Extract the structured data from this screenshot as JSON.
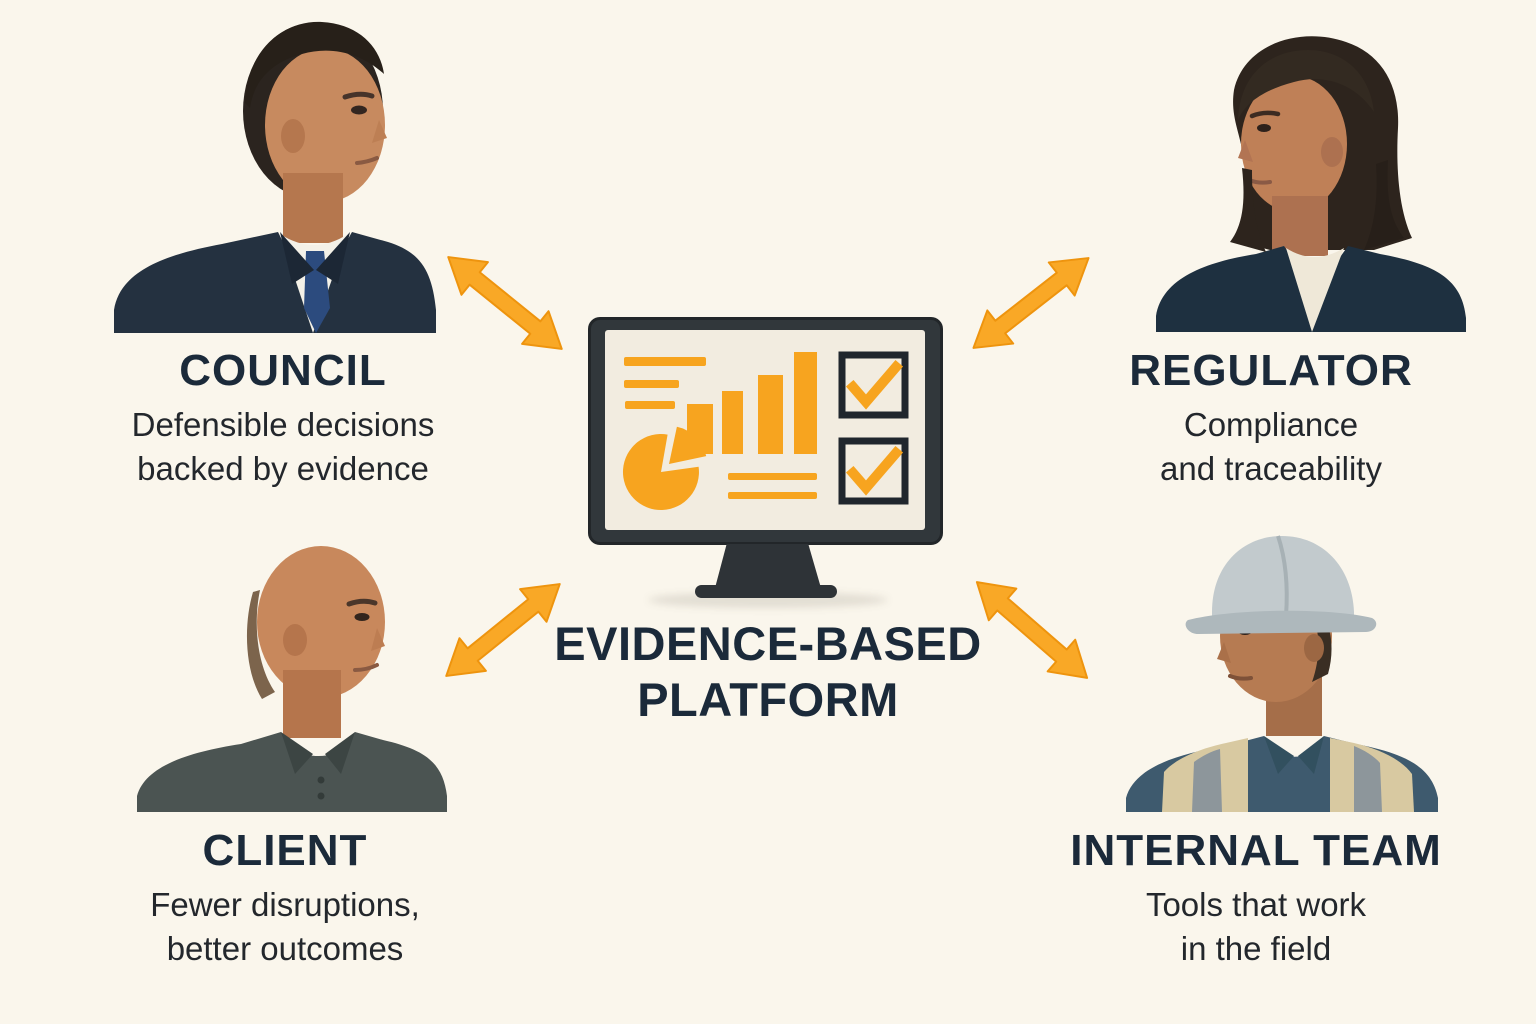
{
  "page": {
    "background_color": "#FAF6EC",
    "heading_color": "#1B2A3A",
    "body_text_color": "#23272C",
    "accent_orange": "#F9A826"
  },
  "center": {
    "title_line1": "EVIDENCE-BASED",
    "title_line2": "PLATFORM",
    "monitor": {
      "kind": "dashboard-monitor-illustration",
      "frame_color": "#31373B",
      "screen_color": "#F2ECE0",
      "icon_color": "#F7A41F",
      "icons": [
        "text-lines-icon",
        "pie-chart-icon",
        "bar-chart-icon",
        "checked-checkbox-icon",
        "checked-checkbox-icon"
      ]
    }
  },
  "stakeholders": [
    {
      "id": "council",
      "position": "top-left",
      "label": "COUNCIL",
      "desc_line1": "Defensible decisions",
      "desc_line2": "backed by evidence",
      "persona": "man-in-navy-suit-portrait"
    },
    {
      "id": "regulator",
      "position": "top-right",
      "label": "REGULATOR",
      "desc_line1": "Compliance",
      "desc_line2": "and traceability",
      "persona": "woman-in-navy-blazer-portrait"
    },
    {
      "id": "client",
      "position": "bottom-left",
      "label": "CLIENT",
      "desc_line1": "Fewer disruptions,",
      "desc_line2": "better outcomes",
      "persona": "bald-man-in-polo-portrait"
    },
    {
      "id": "internal_team",
      "position": "bottom-right",
      "label": "INTERNAL TEAM",
      "desc_line1": "Tools that work",
      "desc_line2": "in the field",
      "persona": "construction-worker-hard-hat-portrait"
    }
  ],
  "arrows": {
    "kind": "double-headed-arrow-icon",
    "count": 4,
    "color": "#F9A826"
  }
}
